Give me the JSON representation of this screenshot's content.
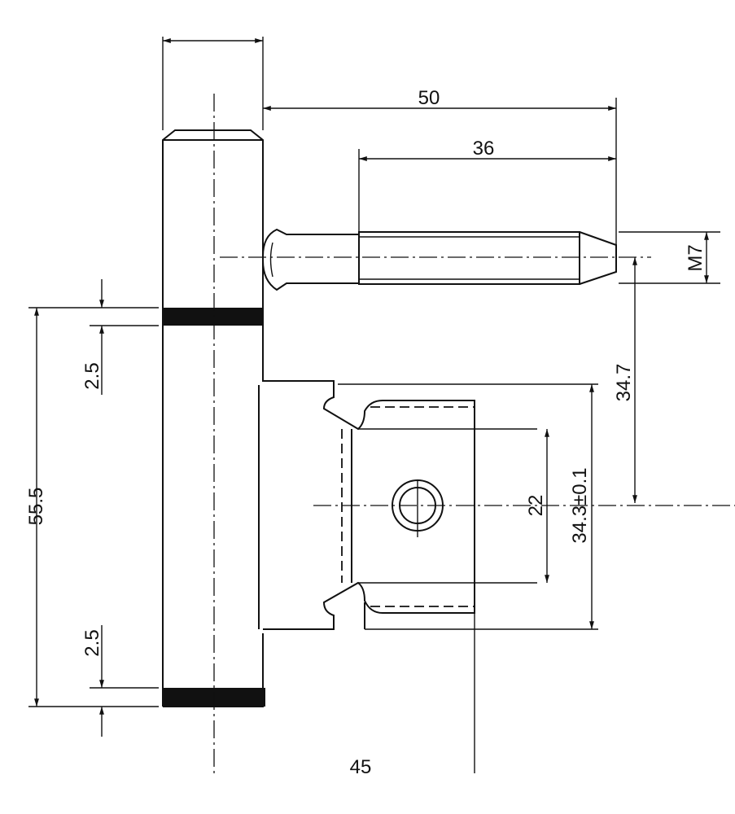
{
  "drawing": {
    "title": "Hinge technical drawing",
    "line_color": "#111111",
    "dimensions": {
      "barrel_width": "",
      "pin_length": "50",
      "thread_length": "36",
      "thread_size": "M7",
      "pin_offset": "34.7",
      "plate_height": "34.3±0.1",
      "hole_spacing": "22",
      "band_spacing": "55.5",
      "band_top": "2.5",
      "band_bottom": "2.5",
      "depth": "45"
    }
  }
}
